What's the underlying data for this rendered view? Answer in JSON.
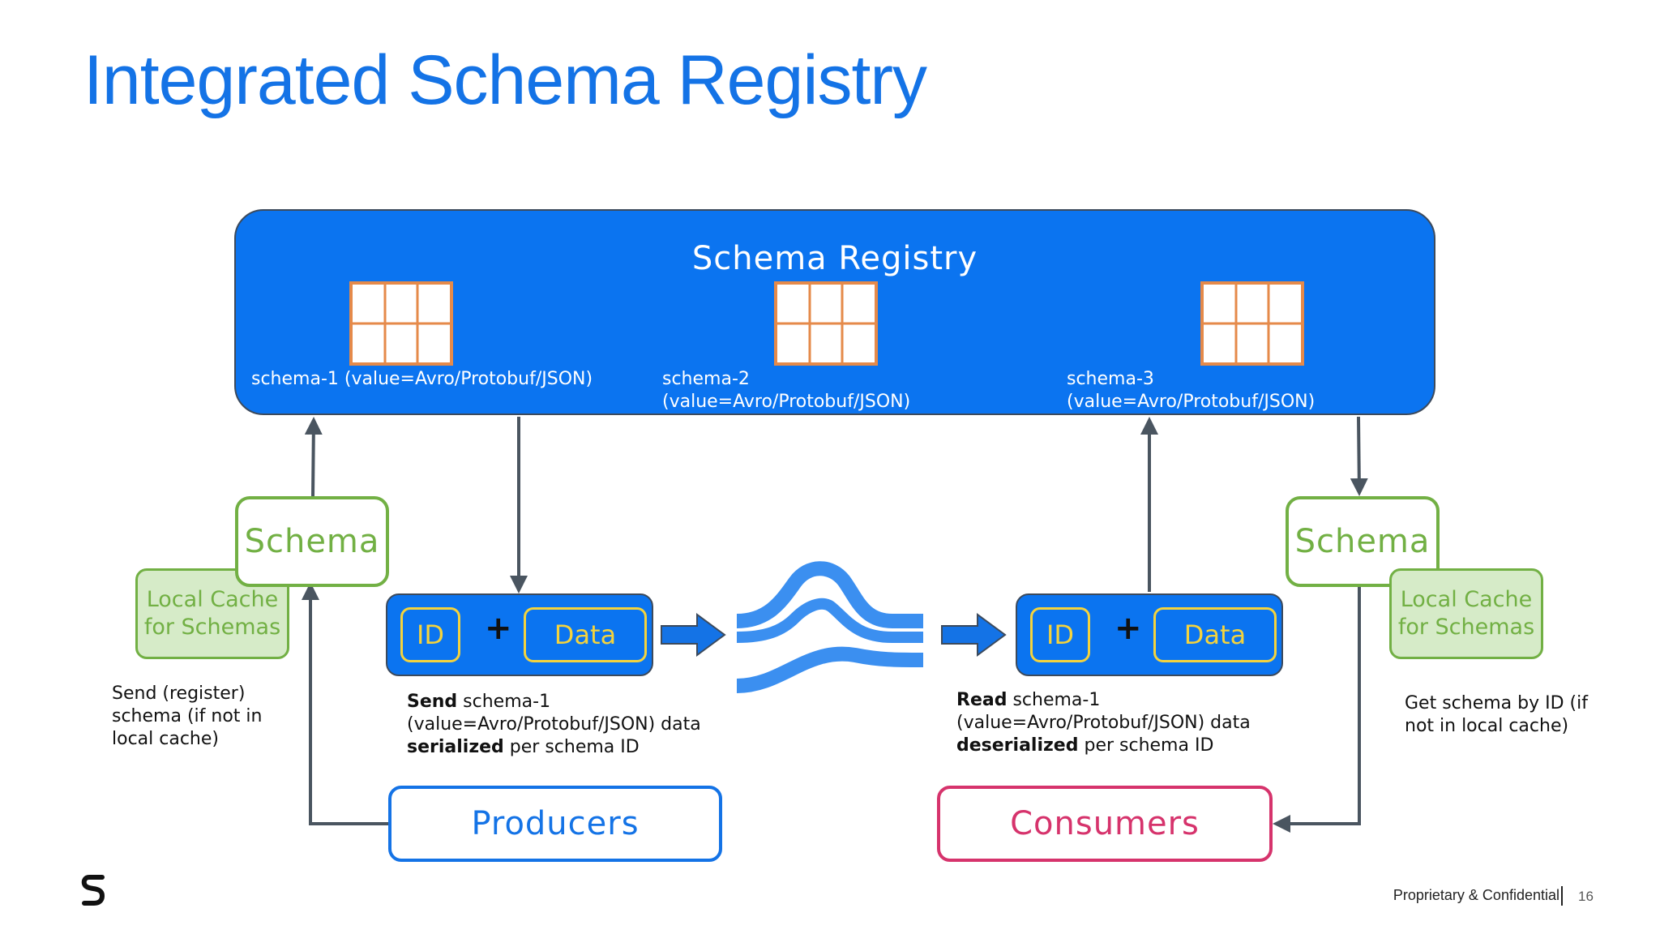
{
  "title": "Integrated Schema Registry",
  "registry": {
    "title": "Schema Registry",
    "schemas": [
      {
        "label": "schema-1 (value=Avro/Protobuf/JSON)"
      },
      {
        "label": "schema-2\n(value=Avro/Protobuf/JSON)"
      },
      {
        "label": "schema-3\n(value=Avro/Protobuf/JSON)"
      }
    ]
  },
  "left": {
    "schema_label": "Schema",
    "cache_label": "Local Cache\nfor Schemas",
    "note": "Send (register)\nschema (if not in\nlocal cache)"
  },
  "right": {
    "schema_label": "Schema",
    "cache_label": "Local Cache\nfor Schemas",
    "note": "Get schema by ID (if\nnot in local cache)"
  },
  "producer_msg": {
    "id": "ID",
    "plus": "+",
    "data": "Data",
    "caption": {
      "verb": "Send",
      "line1_rest": " schema-1",
      "line2": "(value=Avro/Protobuf/JSON) data",
      "emph": "serialized",
      "line3_rest": " per schema ID"
    }
  },
  "consumer_msg": {
    "id": "ID",
    "plus": "+",
    "data": "Data",
    "caption": {
      "verb": "Read",
      "line1_rest": " schema-1",
      "line2": "(value=Avro/Protobuf/JSON) data",
      "emph": "deserialized",
      "line3_rest": " per schema ID"
    }
  },
  "producers_label": "Producers",
  "consumers_label": "Consumers",
  "footer": {
    "text": "Proprietary & Confidential",
    "page": "16"
  },
  "colors": {
    "title": "#1473e6",
    "registry": "#0b74f0",
    "schema_green": "#72b044",
    "cache_fill": "#d6ebc8",
    "pill_yellow": "#f4d33d",
    "producers": "#1473e6",
    "consumers": "#d6336c",
    "table_orange": "#e58a4a",
    "connector": "#4a5560",
    "kafka_wave": "#3b8ff0"
  }
}
